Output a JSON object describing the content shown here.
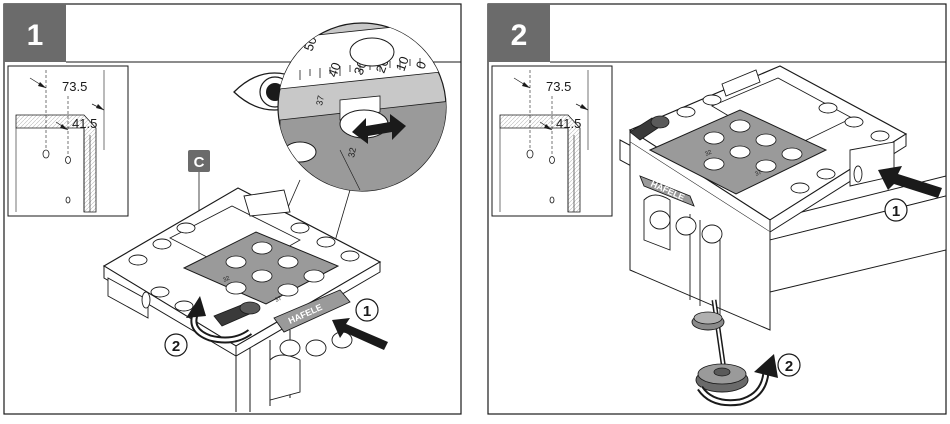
{
  "panels": [
    {
      "step": "1",
      "detail_labels": [
        "73.5",
        "41.5"
      ],
      "part_label": "C",
      "arrow_labels": [
        "1",
        "2"
      ],
      "scale_numbers": [
        "50",
        "40",
        "30",
        "20",
        "10",
        "0"
      ],
      "scale_small": [
        "37",
        "32"
      ],
      "brand": "HAFELE",
      "template_small": [
        "32",
        "37"
      ]
    },
    {
      "step": "2",
      "detail_labels": [
        "73.5",
        "41.5"
      ],
      "arrow_labels": [
        "1",
        "2"
      ],
      "brand": "HAFELE",
      "template_small": [
        "32",
        "37"
      ]
    }
  ],
  "colors": {
    "badge": "#6b6b6b",
    "badge_text": "#ffffff",
    "line": "#1a1a1a",
    "magnifier": "#c8c8c8",
    "template": "#9a9a9a",
    "arrow": "#1a1a1a"
  }
}
